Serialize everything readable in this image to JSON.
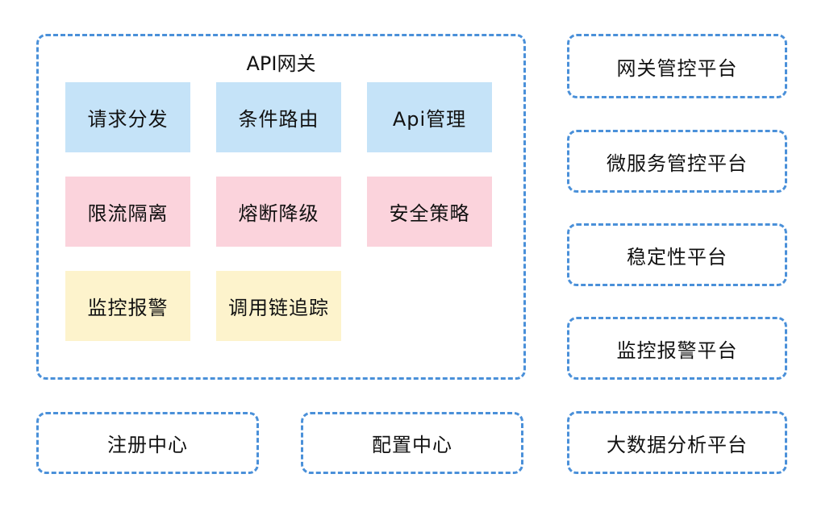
{
  "gateway": {
    "title": "API网关",
    "modules": [
      {
        "label": "请求分发",
        "color": "#c5e3f8"
      },
      {
        "label": "条件路由",
        "color": "#c5e3f8"
      },
      {
        "label": "Api管理",
        "color": "#c5e3f8"
      },
      {
        "label": "限流隔离",
        "color": "#fbd3dc"
      },
      {
        "label": "熔断降级",
        "color": "#fbd3dc"
      },
      {
        "label": "安全策略",
        "color": "#fbd3dc"
      },
      {
        "label": "监控报警",
        "color": "#fdf3cc"
      },
      {
        "label": "调用链追踪",
        "color": "#fdf3cc"
      }
    ]
  },
  "bottom": {
    "registry": "注册中心",
    "config": "配置中心"
  },
  "platforms": [
    {
      "label": "网关管控平台"
    },
    {
      "label": "微服务管控平台"
    },
    {
      "label": "稳定性平台"
    },
    {
      "label": "监控报警平台"
    },
    {
      "label": "大数据分析平台"
    }
  ],
  "colors": {
    "dashed_border": "#4a90d9",
    "blue": "#c5e3f8",
    "pink": "#fbd3dc",
    "yellow": "#fdf3cc"
  }
}
